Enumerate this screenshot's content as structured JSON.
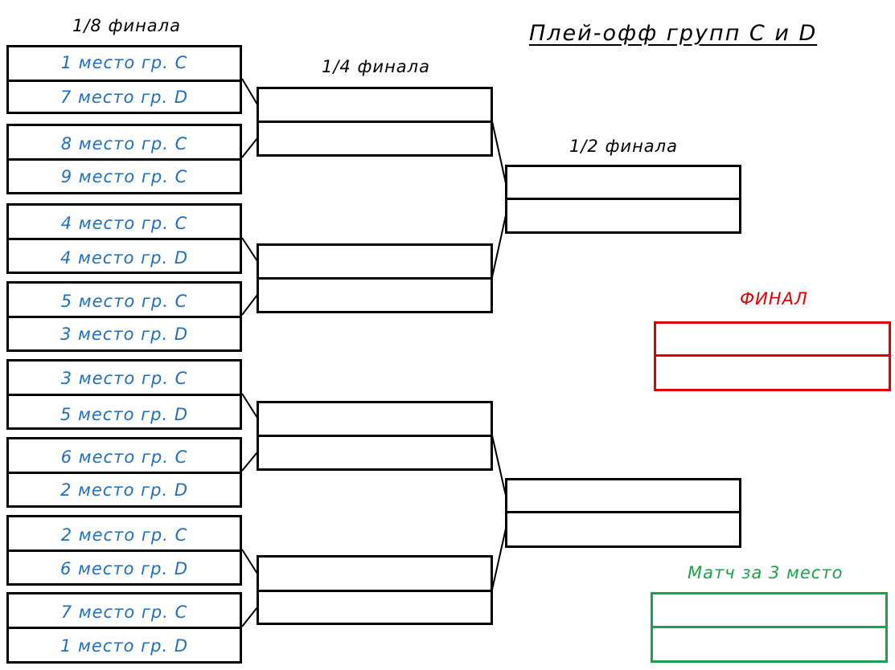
{
  "title": "Плей-офф групп C и D",
  "headers": {
    "r16": "1/8 финала",
    "qf": "1/4 финала",
    "sf": "1/2 финала",
    "final": "ФИНАЛ",
    "third": "Матч за 3 место"
  },
  "round_of_16": [
    {
      "team1": "1 место гр. C",
      "team2": "7 место гр. D"
    },
    {
      "team1": "8 место гр. C",
      "team2": "9 место гр. C"
    },
    {
      "team1": "4 место гр. C",
      "team2": "4 место гр. D"
    },
    {
      "team1": "5 место гр. C",
      "team2": "3 место гр. D"
    },
    {
      "team1": "3 место гр. C",
      "team2": "5 место гр. D"
    },
    {
      "team1": "6 место гр. C",
      "team2": "2 место гр. D"
    },
    {
      "team1": "2 место гр. C",
      "team2": "6 место гр. D"
    },
    {
      "team1": "7 место гр. C",
      "team2": "1 место гр. D"
    }
  ]
}
